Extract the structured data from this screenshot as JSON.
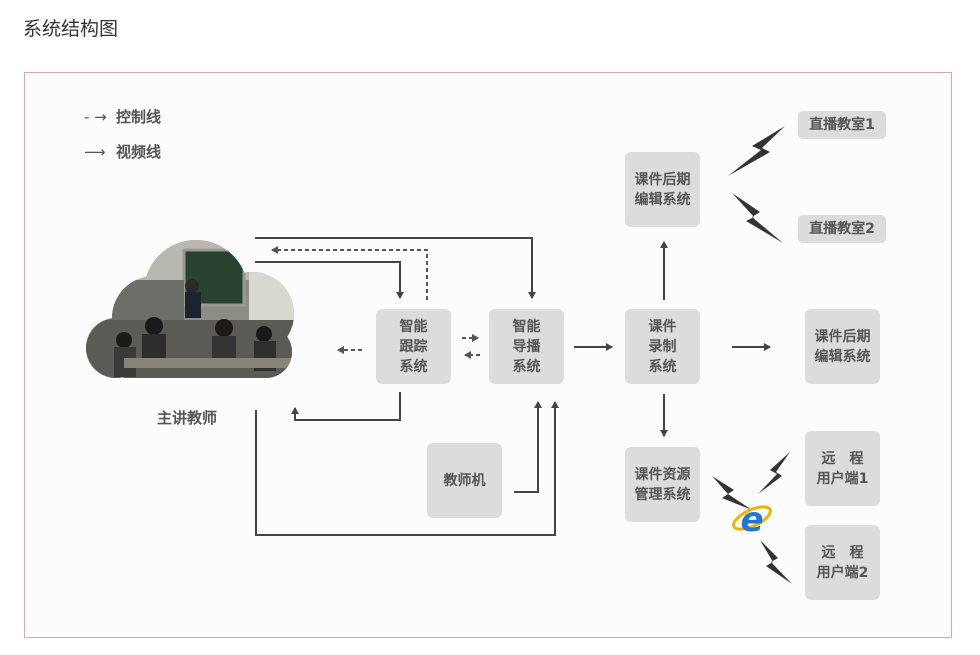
{
  "title": "系统结构图",
  "legend": {
    "control": {
      "symbol": "- →",
      "text": "控制线"
    },
    "video": {
      "symbol": "⟶",
      "text": "视频线"
    }
  },
  "teacher_label": "主讲教师",
  "nodes": {
    "tracking": "智能\n跟踪\n系统",
    "directing": "智能\n导播\n系统",
    "recording": "课件\n录制\n系统",
    "post_edit_top": "课件后期\n编辑系统",
    "post_edit_right": "课件后期\n编辑系统",
    "resource_mgmt": "课件资源\n管理系统",
    "teacher_pc": "教师机",
    "live_room_1": "直播教室1",
    "live_room_2": "直播教室2",
    "remote_user_1": "远　程\n用户端1",
    "remote_user_2": "远　程\n用户端2"
  },
  "colors": {
    "box": "#dcdcdc",
    "line": "#444444",
    "border": "#e9a0a6",
    "ie_blue": "#1e78d2",
    "ie_ring": "#f0b400"
  }
}
